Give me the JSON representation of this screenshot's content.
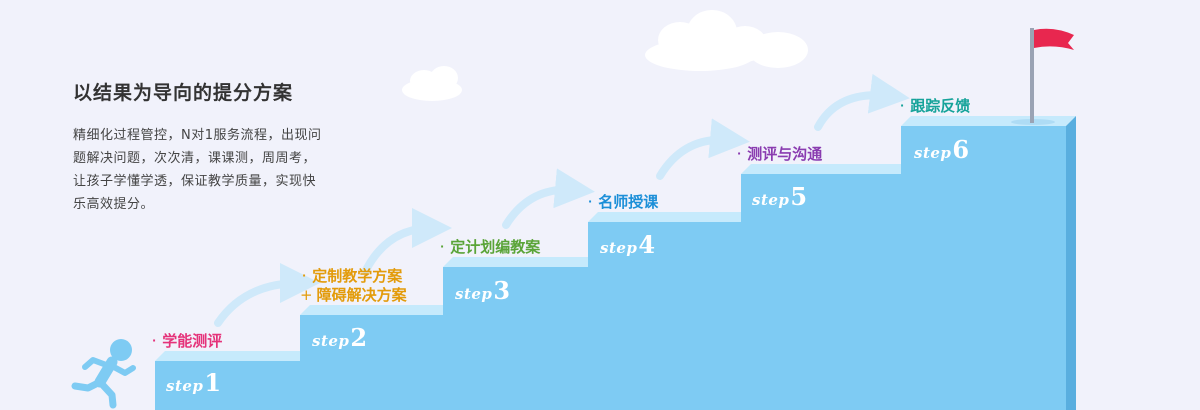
{
  "intro": {
    "heading": "以结果为导向的提分方案",
    "description": "精细化过程管控，N对1服务流程，出现问题解决问题，次次清，课课测，周周考，让孩子学懂学透，保证教学质量，实现快乐高效提分。"
  },
  "steps": [
    {
      "step_word": "step",
      "number": "1",
      "title": "学能测评",
      "color": "#e5337a"
    },
    {
      "step_word": "step",
      "number": "2",
      "title": "定制教学方案",
      "title_line2": "障碍解决方案",
      "line2_prefix": "+",
      "color": "#e39b0a"
    },
    {
      "step_word": "step",
      "number": "3",
      "title": "定计划编教案",
      "color": "#5aa438"
    },
    {
      "step_word": "step",
      "number": "4",
      "title": "名师授课",
      "color": "#1c8fd8"
    },
    {
      "step_word": "step",
      "number": "5",
      "title": "测评与沟通",
      "color": "#8a3cb0"
    },
    {
      "step_word": "step",
      "number": "6",
      "title": "跟踪反馈",
      "color": "#16a39a"
    }
  ],
  "title_dot": "·",
  "colors": {
    "stair_front": "#7ecbf3",
    "stair_top": "#c6eafc",
    "stair_side": "#59aedf",
    "arrow": "#cfe9fa",
    "flag": "#e8274f",
    "runner": "#7ecbf3",
    "background": "#f1f2fb"
  },
  "icons": [
    "runner-icon",
    "flag-icon",
    "cloud-icon",
    "curved-arrow-icon"
  ]
}
